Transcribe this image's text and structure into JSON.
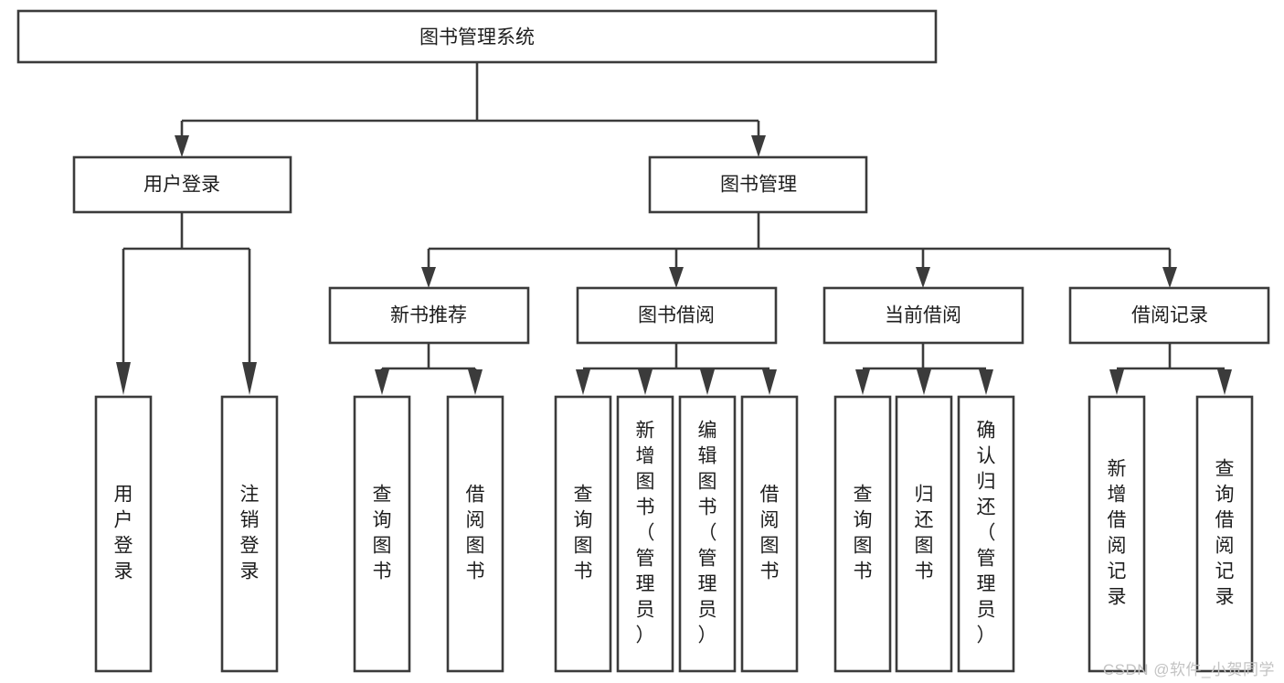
{
  "diagram": {
    "type": "tree-hierarchy-diagram",
    "title": "图书管理系统",
    "watermark": "CSDN @软件_小贺同学",
    "colors": {
      "stroke": "#3b3b3b",
      "fill": "#ffffff",
      "text": "#1d1d1d",
      "watermark": "#c3c3c3",
      "background": "#ffffff"
    },
    "levels": {
      "level1": [
        {
          "id": "root",
          "label": "图书管理系统",
          "orientation": "horizontal"
        }
      ],
      "level2": [
        {
          "id": "user-login",
          "label": "用户登录",
          "orientation": "horizontal"
        },
        {
          "id": "book-management",
          "label": "图书管理",
          "orientation": "horizontal"
        }
      ],
      "level3": [
        {
          "id": "new-book-recommend",
          "label": "新书推荐",
          "orientation": "horizontal"
        },
        {
          "id": "book-borrow",
          "label": "图书借阅",
          "orientation": "horizontal"
        },
        {
          "id": "current-borrow",
          "label": "当前借阅",
          "orientation": "horizontal"
        },
        {
          "id": "borrow-record",
          "label": "借阅记录",
          "orientation": "horizontal"
        }
      ],
      "level4": [
        {
          "id": "leaf-user-login",
          "label": "用户登录",
          "orientation": "vertical",
          "parent": "user-login"
        },
        {
          "id": "leaf-logout-login",
          "label": "注销登录",
          "orientation": "vertical",
          "parent": "user-login"
        },
        {
          "id": "leaf-query-book-1",
          "label": "查询图书",
          "orientation": "vertical",
          "parent": "new-book-recommend"
        },
        {
          "id": "leaf-borrow-book-1",
          "label": "借阅图书",
          "orientation": "vertical",
          "parent": "new-book-recommend"
        },
        {
          "id": "leaf-query-book-2",
          "label": "查询图书",
          "orientation": "vertical",
          "parent": "book-borrow"
        },
        {
          "id": "leaf-add-book-admin",
          "label": "新增图书（管理员）",
          "orientation": "vertical",
          "parent": "book-borrow"
        },
        {
          "id": "leaf-edit-book-admin",
          "label": "编辑图书（管理员）",
          "orientation": "vertical",
          "parent": "book-borrow"
        },
        {
          "id": "leaf-borrow-book-2",
          "label": "借阅图书",
          "orientation": "vertical",
          "parent": "book-borrow"
        },
        {
          "id": "leaf-query-book-3",
          "label": "查询图书",
          "orientation": "vertical",
          "parent": "current-borrow"
        },
        {
          "id": "leaf-return-book",
          "label": "归还图书",
          "orientation": "vertical",
          "parent": "current-borrow"
        },
        {
          "id": "leaf-confirm-return-admin",
          "label": "确认归还（管理员）",
          "orientation": "vertical",
          "parent": "current-borrow"
        },
        {
          "id": "leaf-add-borrow-record",
          "label": "新增借阅记录",
          "orientation": "vertical",
          "parent": "borrow-record"
        },
        {
          "id": "leaf-query-borrow-record",
          "label": "查询借阅记录",
          "orientation": "vertical",
          "parent": "borrow-record"
        }
      ]
    }
  }
}
